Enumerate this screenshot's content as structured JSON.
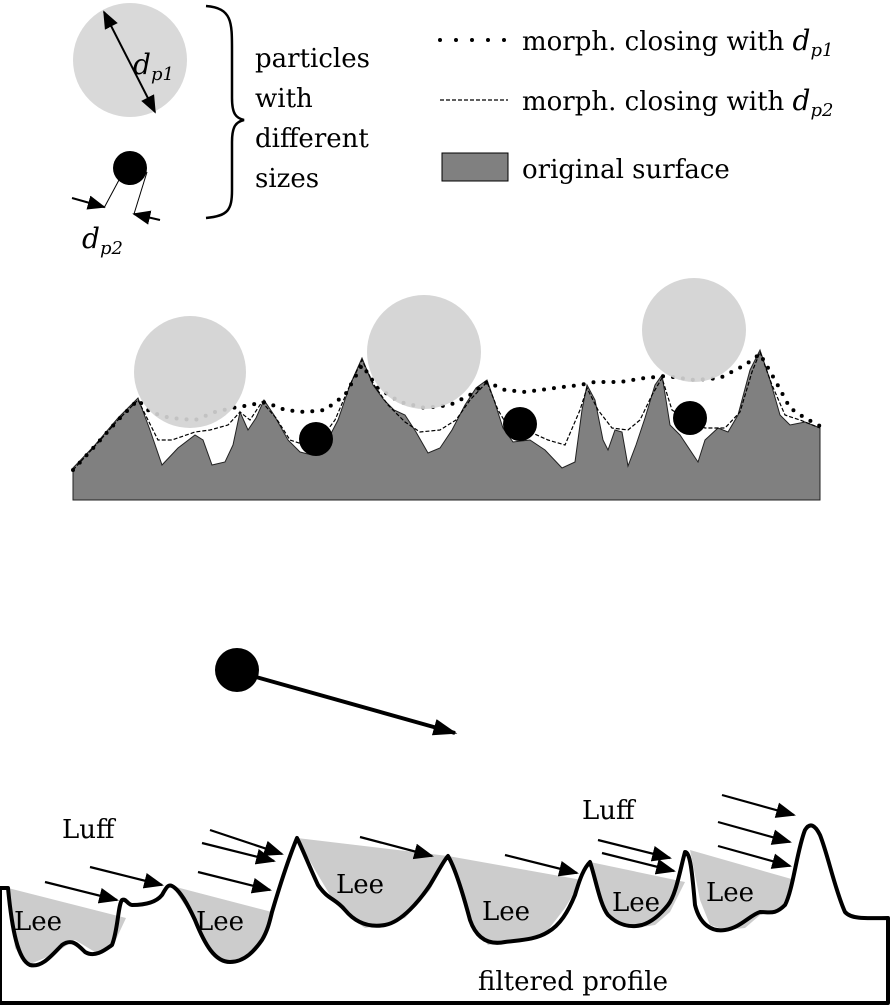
{
  "legend_top": {
    "particle_large_label": "d",
    "particle_large_sub": "p1",
    "particle_small_label": "d",
    "particle_small_sub": "p2",
    "brace_text": [
      "particles",
      "with",
      "different",
      "sizes"
    ],
    "legend": [
      {
        "prefix": "morph. closing with ",
        "var": "d",
        "sub": "p1"
      },
      {
        "prefix": "morph. closing with ",
        "var": "d",
        "sub": "p2"
      },
      {
        "prefix": "original surface"
      }
    ]
  },
  "bottom": {
    "luff_label_1": "Luff",
    "luff_label_2": "Luff",
    "lee_labels": [
      "Lee",
      "Lee",
      "Lee",
      "Lee",
      "Lee",
      "Lee"
    ],
    "profile_label": "filtered profile"
  },
  "colors": {
    "particle_light": "#d9d9d9",
    "surface_fill": "#808080",
    "lee_fill": "#cccccc",
    "ink": "#000000"
  }
}
